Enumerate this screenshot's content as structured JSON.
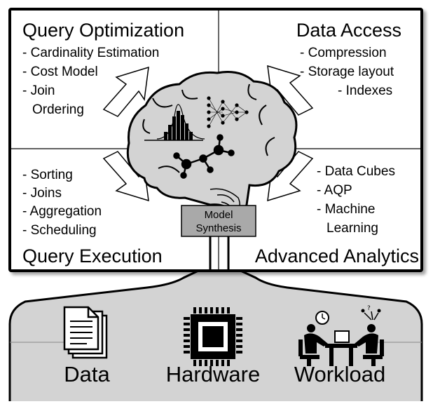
{
  "quadrants": {
    "top_left": {
      "title": "Query Optimization",
      "items": [
        "- Cardinality Estimation",
        "- Cost Model",
        "- Join",
        "Ordering"
      ]
    },
    "top_right": {
      "title": "Data Access",
      "items": [
        "- Compression",
        "- Storage layout",
        "- Indexes"
      ]
    },
    "bottom_left": {
      "title": "Query Execution",
      "items": [
        "- Sorting",
        "- Joins",
        "- Aggregation",
        "- Scheduling"
      ]
    },
    "bottom_right": {
      "title": "Advanced Analytics",
      "items": [
        "- Data Cubes",
        "- AQP",
        "- Machine",
        "Learning"
      ]
    }
  },
  "center": {
    "model_label_line1": "Model",
    "model_label_line2": "Synthesis"
  },
  "inputs": [
    {
      "label": "Data",
      "icon": "documents-icon"
    },
    {
      "label": "Hardware",
      "icon": "cpu-chip-icon"
    },
    {
      "label": "Workload",
      "icon": "people-at-desk-icon"
    }
  ],
  "colors": {
    "box_fill": "#ffffff",
    "stroke": "#000000",
    "brain_fill": "#d3d3d3",
    "base_fill": "#d3d3d3",
    "model_box_fill": "#a9a9a9"
  }
}
